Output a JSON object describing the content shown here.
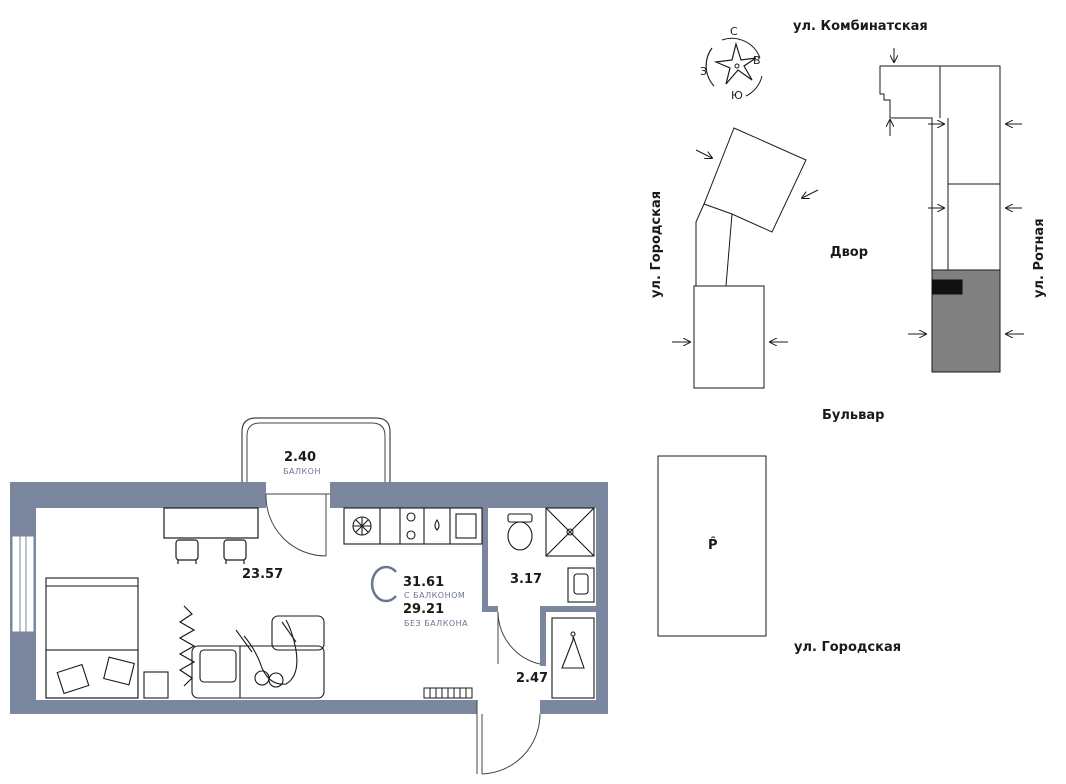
{
  "plan": {
    "rooms": [
      {
        "area": "2.40",
        "note": "БАЛКОН"
      },
      {
        "area": "23.57"
      },
      {
        "area": "3.17"
      },
      {
        "area": "2.47"
      }
    ],
    "total": {
      "letter": "С",
      "with_balcony": "31.61",
      "with_balcony_label": "С БАЛКОНОМ",
      "without_balcony": "29.21",
      "without_balcony_label": "БЕЗ БАЛКОНА"
    }
  },
  "site": {
    "compass": {
      "north": "С",
      "east": "В",
      "south": "Ю",
      "west": "З"
    },
    "streets": {
      "top": "ул. Комбинатская",
      "left": "ул. Городская",
      "right": "ул. Ротная",
      "bottom": "ул. Городская"
    },
    "labels": {
      "yard": "Двор",
      "boulevard": "Бульвар",
      "parking": "P̂"
    }
  },
  "colors": {
    "wall": "#7a879f",
    "highlight": "#808080",
    "accent": "#6a7590"
  }
}
